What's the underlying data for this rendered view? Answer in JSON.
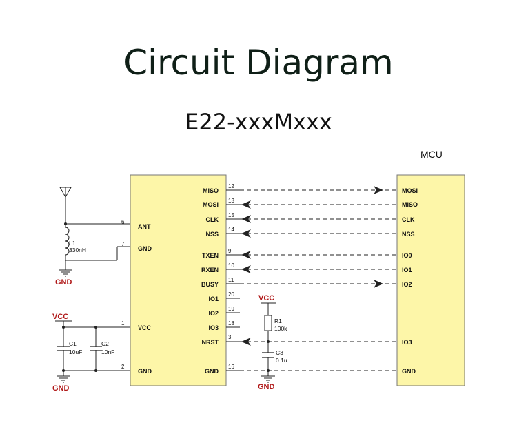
{
  "title": "Circuit Diagram",
  "subtitle": "E22-xxxMxxx",
  "mcu_label": "MCU",
  "module_left_pins": [
    {
      "name": "ANT",
      "number": "6"
    },
    {
      "name": "GND",
      "number": "7"
    },
    {
      "name": "VCC",
      "number": "1"
    },
    {
      "name": "GND",
      "number": "2"
    }
  ],
  "module_right_pins": [
    {
      "name": "MISO",
      "number": "12"
    },
    {
      "name": "MOSI",
      "number": "13"
    },
    {
      "name": "CLK",
      "number": "15"
    },
    {
      "name": "NSS",
      "number": "14"
    },
    {
      "name": "TXEN",
      "number": "9"
    },
    {
      "name": "RXEN",
      "number": "10"
    },
    {
      "name": "BUSY",
      "number": "11"
    },
    {
      "name": "IO1",
      "number": "20"
    },
    {
      "name": "IO2",
      "number": "19"
    },
    {
      "name": "IO3",
      "number": "18"
    },
    {
      "name": "NRST",
      "number": "3"
    },
    {
      "name": "GND",
      "number": "16"
    }
  ],
  "mcu_pins": [
    "MOSI",
    "MISO",
    "CLK",
    "NSS",
    "IO0",
    "IO1",
    "IO2",
    "IO3",
    "GND"
  ],
  "components": {
    "L1": {
      "ref": "L1",
      "value": "330nH"
    },
    "C1": {
      "ref": "C1",
      "value": "10uF"
    },
    "C2": {
      "ref": "C2",
      "value": "10nF"
    },
    "R1": {
      "ref": "R1",
      "value": "100k"
    },
    "C3": {
      "ref": "C3",
      "value": "0.1u"
    }
  },
  "power_labels": {
    "vcc_left": "VCC",
    "gnd_left_top": "GND",
    "gnd_left_bottom": "GND",
    "vcc_mid": "VCC",
    "gnd_mid": "GND"
  },
  "colors": {
    "chip_fill": "#fdf6a8",
    "chip_stroke": "#777777",
    "power_label": "#b01818",
    "wire": "#222222"
  }
}
